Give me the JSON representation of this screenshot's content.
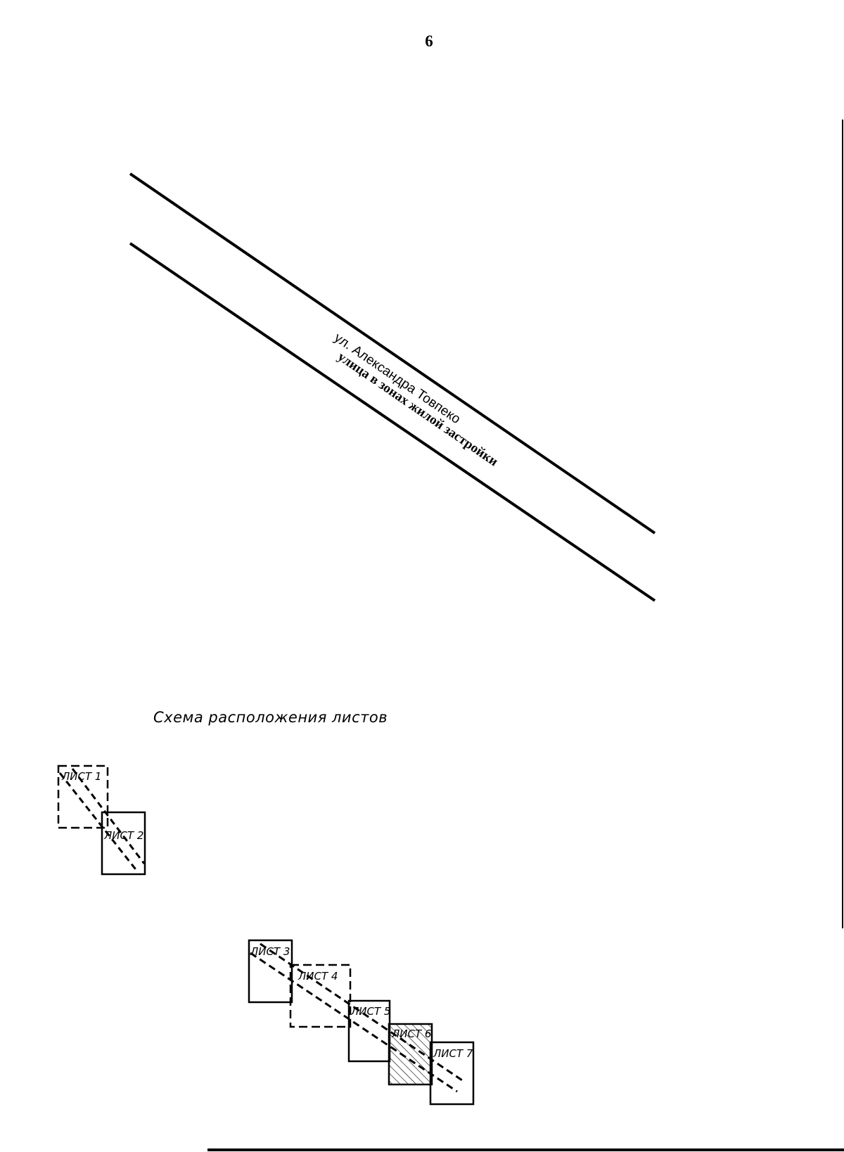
{
  "page": {
    "number": "6"
  },
  "street": {
    "name": "ул. Александра Товпеко",
    "category": "улица в зонах жилой застройки"
  },
  "scheme": {
    "title": "Схема расположения листов",
    "sheets": [
      {
        "label": "ЛИСТ 1",
        "current": false
      },
      {
        "label": "ЛИСТ 2",
        "current": false
      },
      {
        "label": "ЛИСТ 3",
        "current": false
      },
      {
        "label": "ЛИСТ 4",
        "current": false
      },
      {
        "label": "ЛИСТ 5",
        "current": false
      },
      {
        "label": "ЛИСТ 6",
        "current": true
      },
      {
        "label": "ЛИСТ 7",
        "current": false
      }
    ]
  }
}
